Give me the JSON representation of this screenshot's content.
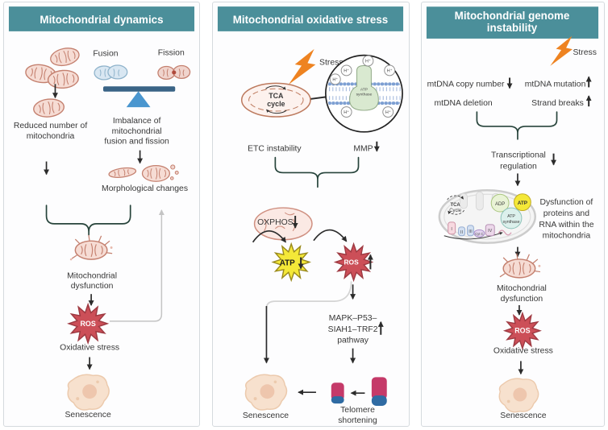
{
  "colors": {
    "header_teal": "#4b8f9a",
    "ros_red": "#cc4f58",
    "atp_yellow": "#f4e838",
    "stress_orange": "#ee8321",
    "mito_salmon_outline": "#c4806f",
    "telomere_pink": "#c53a69",
    "telomere_blue": "#2f6ba3",
    "brace_green": "#27443b",
    "fusion_blue": "#d9e7f2",
    "seesaw_bar": "#3a6486",
    "seesaw_triangle": "#4a96cf"
  },
  "dynamics": {
    "title": "Mitochondrial dynamics",
    "fusion": "Fusion",
    "fission": "Fission",
    "reduced_1": "Reduced number of",
    "reduced_2": "mitochondria",
    "imbalance_1": "Imbalance of",
    "imbalance_2": "mitochondrial",
    "imbalance_3": "fusion and fission",
    "morphological": "Morphological changes",
    "dysfunction_1": "Mitochondrial",
    "dysfunction_2": "dysfunction",
    "ros": "ROS",
    "oxidative": "Oxidative stress",
    "senescence": "Senescence"
  },
  "oxidative": {
    "title": "Mitochondrial oxidative stress",
    "stress": "Stress",
    "tca_1": "TCA",
    "tca_2": "cycle",
    "h_plus": "H⁺",
    "atp_synthase_1": "ATP",
    "atp_synthase_2": "synthase",
    "etc": "ETC instability",
    "mmp": "MMP",
    "oxphos": "OXPHOS",
    "atp": "ATP",
    "ros": "ROS",
    "mapk_1": "MAPK–P53–",
    "mapk_2": "SIAH1–TRF2",
    "mapk_3": "pathway",
    "telomere_1": "Telomere",
    "telomere_2": "shortening",
    "senescence": "Senescence"
  },
  "genome": {
    "title_1": "Mitochondrial genome",
    "title_2": "instability",
    "stress": "Stress",
    "copy_number": "mtDNA copy number",
    "mutation": "mtDNA mutation",
    "deletion": "mtDNA deletion",
    "strand": "Strand breaks",
    "transcriptional_1": "Transcriptional",
    "transcriptional_2": "regulation",
    "tca_1": "TCA",
    "tca_2": "Cycle",
    "complex_1": "I",
    "complex_2": "II",
    "complex_3": "III",
    "complex_4": "Cyt C",
    "complex_5": "IV",
    "adp": "ADP",
    "atp": "ATP",
    "atp_synthase_1": "ATP",
    "atp_synthase_2": "synthase",
    "dys_rna_1": "Dysfunction of",
    "dys_rna_2": "proteins and",
    "dys_rna_3": "RNA within the",
    "dys_rna_4": "mitochondria",
    "dysfunction_1": "Mitochondrial",
    "dysfunction_2": "dysfunction",
    "ros": "ROS",
    "oxidative": "Oxidative stress",
    "senescence": "Senescence"
  }
}
